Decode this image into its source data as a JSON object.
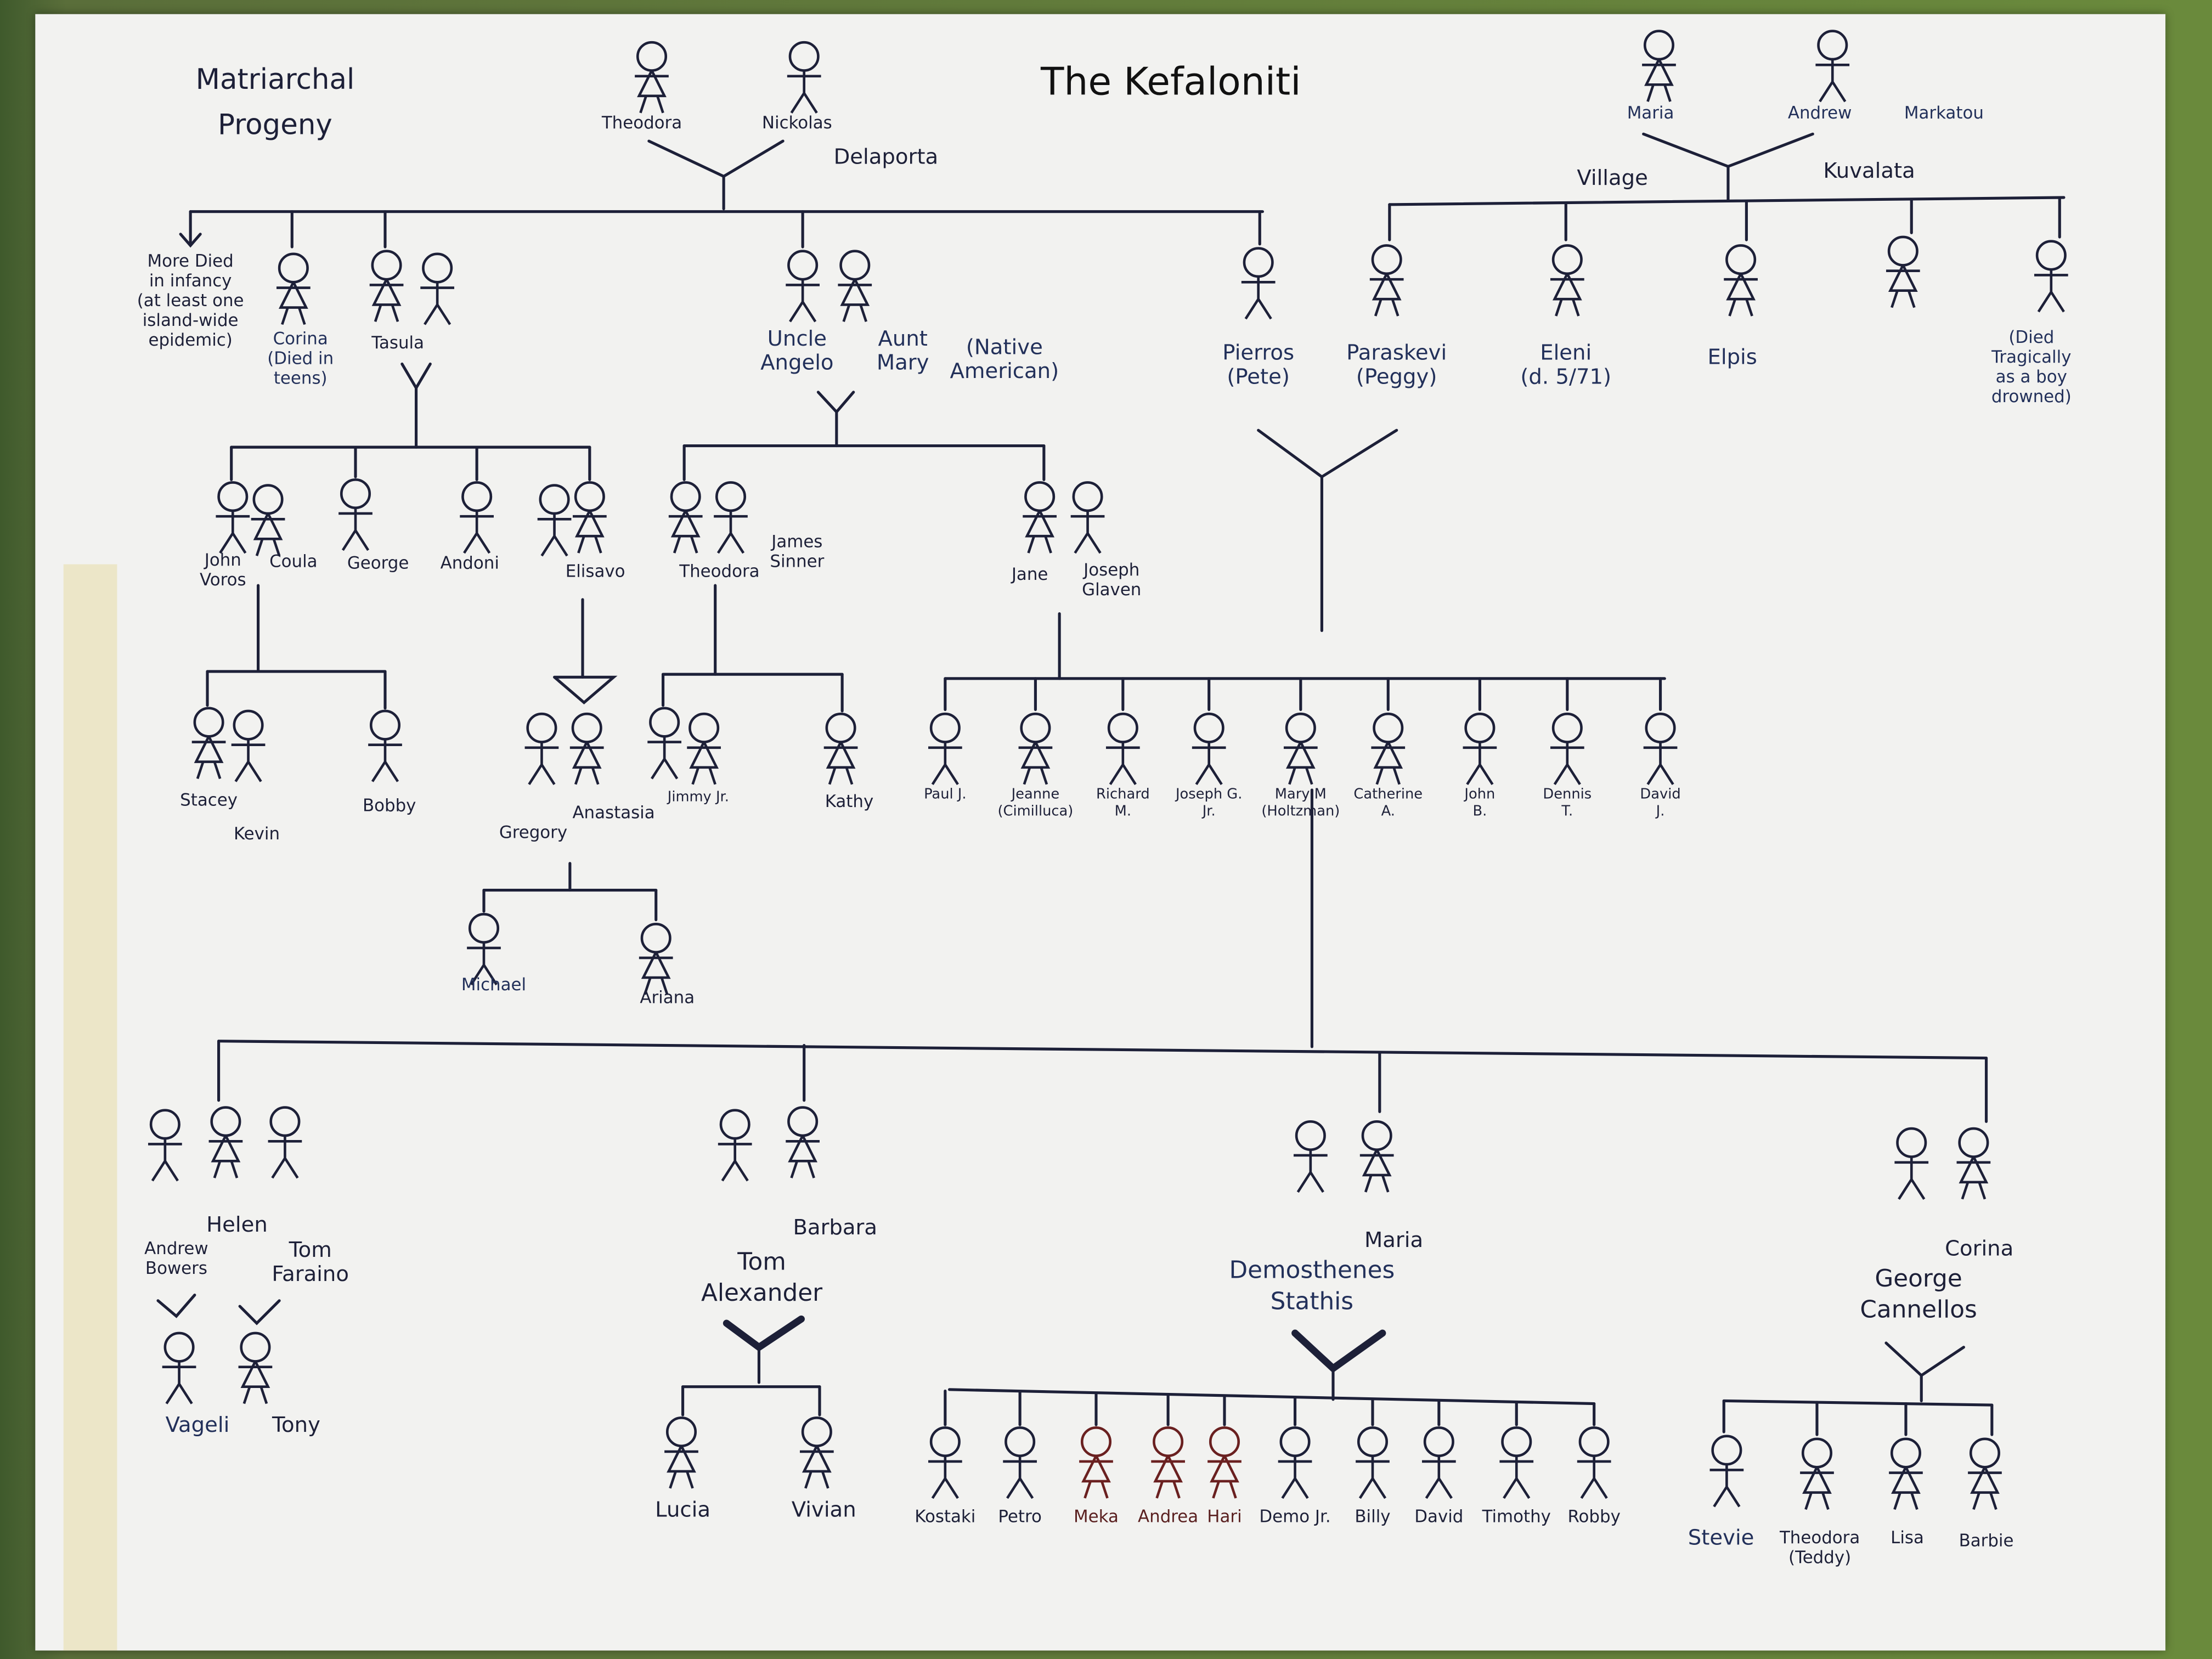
{
  "title": "The Kefaloniti",
  "subtitle": [
    "Matriarchal",
    "Progeny"
  ],
  "colors": {
    "ink": "#1d2038",
    "blue_ink": "#22305a",
    "red_ink": "#6a2020",
    "paper": "#f2f2f0"
  },
  "gen0": {
    "theodora": "Theodora",
    "nickolas": "Nickolas",
    "delaporta": "Delaporta",
    "maria": "Maria",
    "andrew": "Andrew",
    "markatou": "Markatou",
    "village": "Village",
    "kuvalata": "Kuvalata"
  },
  "gen1": {
    "more_died": [
      "More Died",
      "in infancy",
      "(at least one",
      "island-wide",
      "epidemic)"
    ],
    "corina": [
      "Corina",
      "(Died in",
      "teens)"
    ],
    "tasula": "Tasula",
    "angelo": [
      "Uncle",
      "Angelo"
    ],
    "mary": [
      "Aunt",
      "Mary"
    ],
    "native": [
      "(Native",
      "American)"
    ],
    "pierros": [
      "Pierros",
      "(Pete)"
    ],
    "paraskevi": [
      "Paraskevi",
      "(Peggy)"
    ],
    "eleni": [
      "Eleni",
      "(d. 5/71)"
    ],
    "elpis": "Elpis",
    "drowned": [
      "(Died",
      "Tragically",
      "as a boy",
      "drowned)"
    ]
  },
  "gen2": {
    "john": [
      "John",
      "Voros"
    ],
    "coula": "Coula",
    "george": "George",
    "andoni": "Andoni",
    "elisavo": "Elisavo",
    "theodora": "Theodora",
    "james": [
      "James",
      "Sinner"
    ],
    "jane": "Jane",
    "joseph": [
      "Joseph",
      "Glaven"
    ]
  },
  "gen3": {
    "stacey": "Stacey",
    "kevin": "Kevin",
    "bobby": "Bobby",
    "gregory": "Gregory",
    "anastasia": "Anastasia",
    "jimmy": "Jimmy Jr.",
    "kathy": "Kathy",
    "michael": "Michael",
    "ariana": "Ariana",
    "glaven_children": [
      [
        "Paul J.",
        ""
      ],
      [
        "Jeanne",
        "(Cimilluca)"
      ],
      [
        "Richard",
        "M."
      ],
      [
        "Joseph G.",
        "Jr."
      ],
      [
        "Mary M",
        "(Holtzman)"
      ],
      [
        "Catherine",
        "A."
      ],
      [
        "John",
        "B."
      ],
      [
        "Dennis",
        "T."
      ],
      [
        "David",
        "J."
      ]
    ]
  },
  "gen4": {
    "helen": "Helen",
    "andrew": [
      "Andrew",
      "Bowers"
    ],
    "tom_f": [
      "Tom",
      "Faraino"
    ],
    "vageli": "Vageli",
    "tony": "Tony",
    "barbara": "Barbara",
    "tom_a": [
      "Tom",
      "Alexander"
    ],
    "maria": "Maria",
    "demosthenes": [
      "Demosthenes",
      "Stathis"
    ],
    "corina": "Corina",
    "george": [
      "George",
      "Cannellos"
    ]
  },
  "gen5": {
    "lucia": "Lucia",
    "vivian": "Vivian",
    "stathis_children": [
      "Kostaki",
      "Petro",
      "Meka",
      "Andrea",
      "Hari",
      "Demo Jr.",
      "Billy",
      "David",
      "Timothy",
      "Robby"
    ],
    "stevie": "Stevie",
    "teddy": [
      "Theodora",
      "(Teddy)"
    ],
    "lisa": "Lisa",
    "barbie": "Barbie"
  }
}
